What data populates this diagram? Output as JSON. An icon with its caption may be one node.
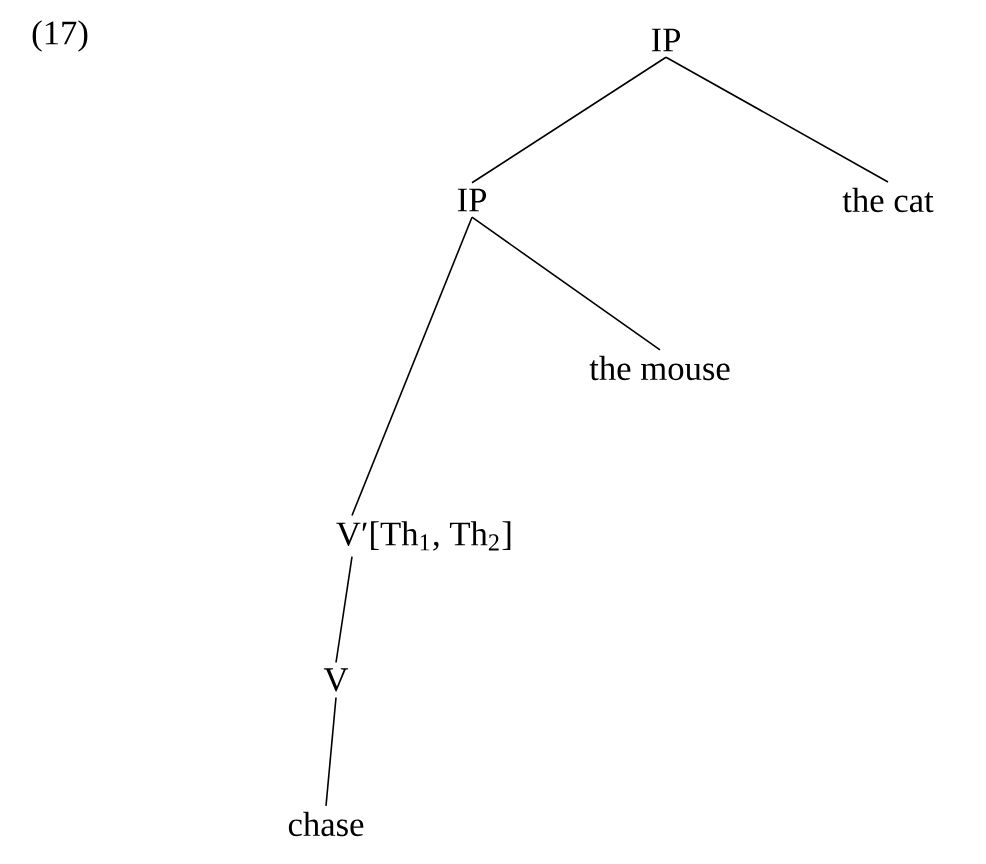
{
  "diagram": {
    "nodes": [
      {
        "text": [
          "IP"
        ]
      },
      {
        "text": [
          "IP"
        ]
      },
      {
        "text": [
          "the cat"
        ]
      },
      {
        "text": [
          "the mouse"
        ]
      },
      {
        "text": [
          "V′[Th$_{1}$, Th$_{2}$]"
        ]
      },
      {
        "text": [
          "V"
        ]
      },
      {
        "text": [
          "chase"
        ]
      }
    ],
    "edges": [
      {
        "from": 0,
        "to": 1,
        "arrow": "none"
      },
      {
        "from": 0,
        "to": 2,
        "arrow": "none"
      },
      {
        "from": 1,
        "to": 4,
        "arrow": "none"
      },
      {
        "from": 1,
        "to": 3,
        "arrow": "none"
      },
      {
        "from": 4,
        "to": 5,
        "arrow": "none"
      },
      {
        "from": 5,
        "to": 6,
        "arrow": "none"
      }
    ],
    "labels": [
      "(17)"
    ]
  }
}
